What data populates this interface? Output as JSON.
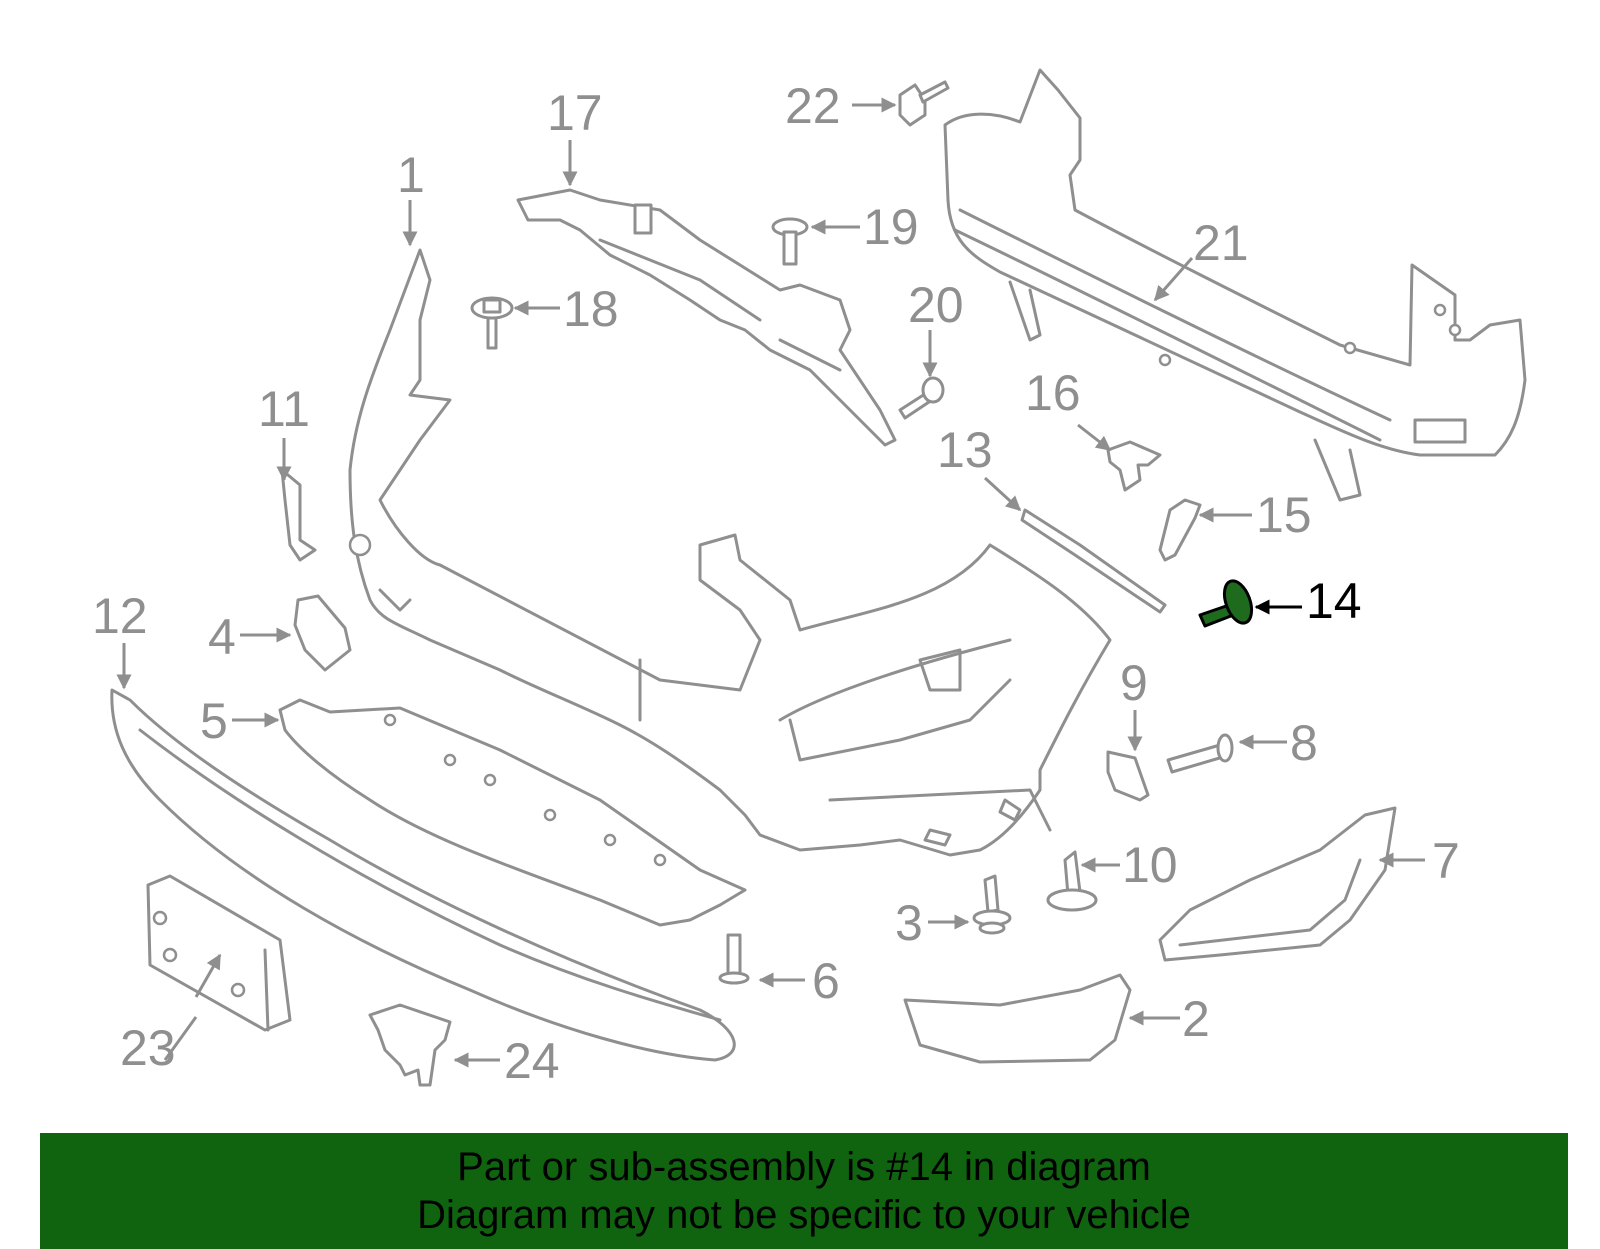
{
  "diagram": {
    "highlighted_part": "14",
    "highlight_color": "#1e6b1e",
    "part_color": "#8f8f8f",
    "callouts": {
      "c1": "1",
      "c2": "2",
      "c3": "3",
      "c4": "4",
      "c5": "5",
      "c6": "6",
      "c7": "7",
      "c8": "8",
      "c9": "9",
      "c10": "10",
      "c11": "11",
      "c12": "12",
      "c13": "13",
      "c14": "14",
      "c15": "15",
      "c16": "16",
      "c17": "17",
      "c18": "18",
      "c19": "19",
      "c20": "20",
      "c21": "21",
      "c22": "22",
      "c23": "23",
      "c24": "24"
    }
  },
  "banner": {
    "line1": "Part or sub-assembly is #14 in diagram",
    "line2": "Diagram may not be specific to your vehicle",
    "background": "#106410"
  }
}
